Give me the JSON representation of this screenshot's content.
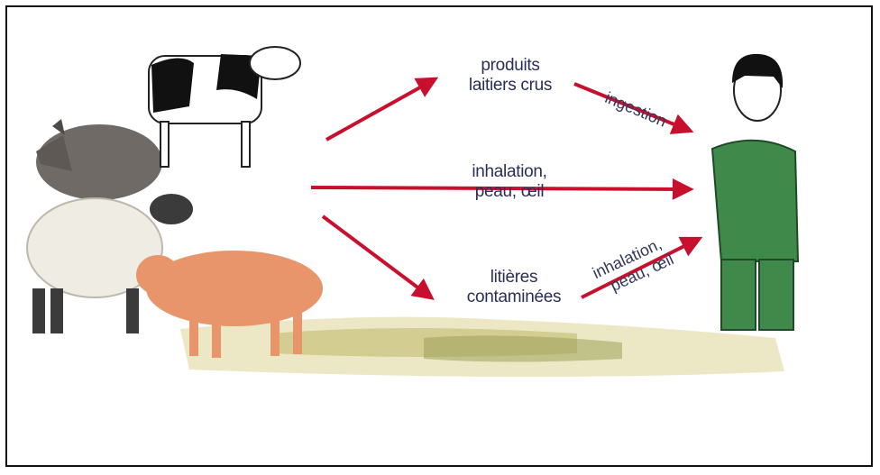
{
  "diagram": {
    "sources": [
      "cow",
      "wild-boar",
      "sheep",
      "pig"
    ],
    "labels": {
      "raw_milk_line1": "produits",
      "raw_milk_line2": "laitiers crus",
      "ingestion": "ingestion",
      "inhalation_center_line1": "inhalation,",
      "inhalation_center_line2": "peau, œil",
      "litter_line1": "litières",
      "litter_line2": "contaminées",
      "inhalation_right_line1": "inhalation,",
      "inhalation_right_line2": "peau, œil"
    },
    "colors": {
      "arrow": "#c8102e",
      "label_text": "#2b2f58",
      "human_clothes": "#3f8a4a",
      "pig": "#e9956b",
      "litter": "#b7b56d"
    }
  }
}
